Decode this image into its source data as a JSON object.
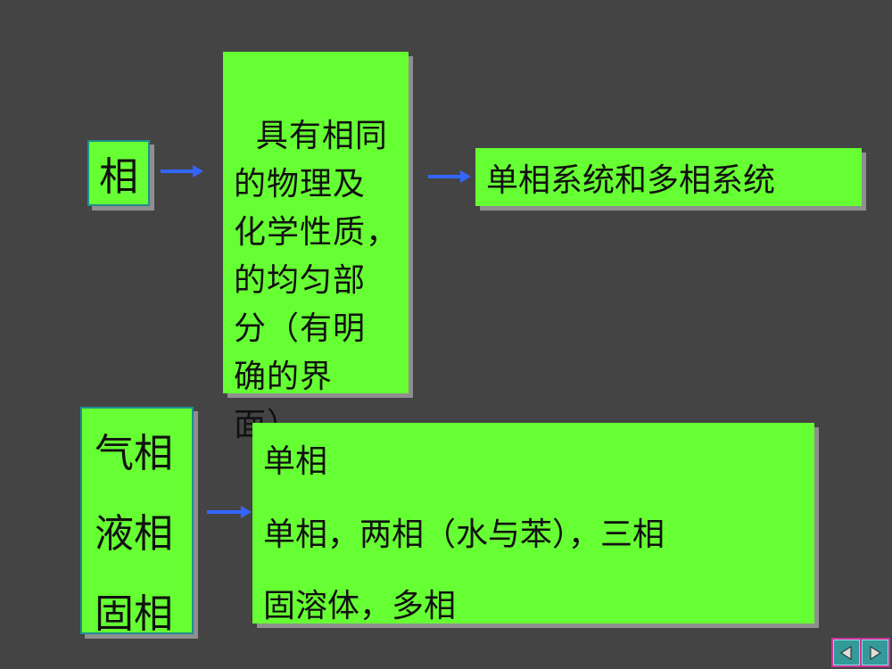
{
  "phase": {
    "label": "相"
  },
  "definition": {
    "text": "具有相同\n的物理及\n化学性质，\n的均匀部\n分（有明\n确的界\n面）"
  },
  "system": {
    "label": "单相系统和多相系统"
  },
  "states": {
    "items": [
      "气相",
      "液相",
      "固相"
    ]
  },
  "examples": {
    "items": [
      "单相",
      "单相，两相（水与苯），三相",
      "固溶体，多相"
    ]
  },
  "colors": {
    "background": "#444444",
    "box_fill": "#66ff33",
    "arrow": "#3366ff",
    "shadow": "#8f8f8f"
  },
  "nav": {
    "prev_icon": "triangle-left-icon",
    "next_icon": "triangle-right-icon"
  }
}
